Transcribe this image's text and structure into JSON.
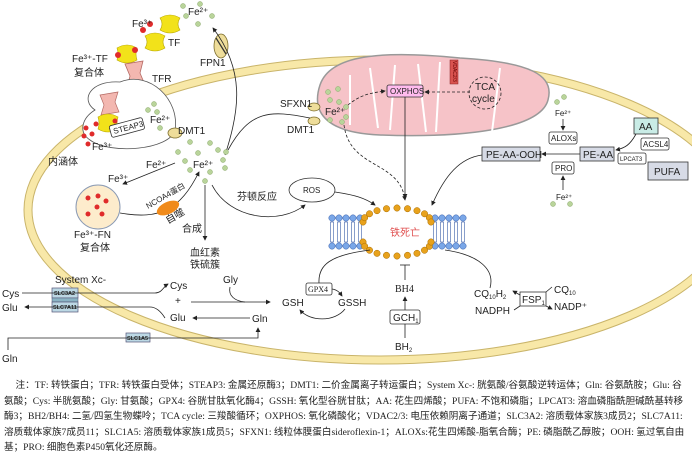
{
  "labels": {
    "fe3": "Fe³⁺",
    "fe2": "Fe²⁺",
    "tf": "TF",
    "fe3_tf_1": "Fe³⁺-TF",
    "fe3_tf_2": "复合体",
    "tfr": "TFR",
    "fpn1": "FPN1",
    "steap3": "STEAP3",
    "dmt1": "DMT1",
    "endosome": "内涵体",
    "ncoa4": "NCOA4蛋白",
    "autophagy": "自噬",
    "fe3_fn_1": "Fe³⁺-FN",
    "fe3_fn_2": "复合体",
    "synthesis": "合成",
    "heme_1": "血红素",
    "heme_2": "铁硫簇",
    "fenton": "芬顿反应",
    "ros": "ROS",
    "sfxn1": "SFXN1",
    "oxphos": "OXPHOS",
    "vdac": "VDAC2/3",
    "tca_1": "TCA",
    "tca_2": "cycle",
    "ferroptosis": "铁死亡",
    "pe_aa_ooh": "PE-AA-OOH",
    "pe_aa": "PE-AA",
    "aloxs": "ALOXs",
    "pro": "PRO",
    "aa": "AA",
    "acsl4": "ACSL4",
    "lpcat3": "LPCAT3",
    "pufa": "PUFA",
    "system_xc": "System Xc-",
    "cys": "Cys",
    "glu": "Glu",
    "gln": "Gln",
    "gly": "Gly",
    "plus": "+",
    "slc3a2": "SLC3A2",
    "slc7a11": "SLC7A11",
    "slc1a5": "SLC1A5",
    "gpx4": "GPX4",
    "gsh": "GSH",
    "gssh": "GSSH",
    "bh4": "BH4",
    "gch1": "GCH",
    "sub1": "1",
    "bh2": "BH",
    "sub2": "2",
    "cq": "CQ",
    "sub10": "10",
    "h2": "H",
    "fsp1": "FSP",
    "nadph": "NADPH",
    "nadp": "NADP⁺"
  },
  "note": "注：TF: 转铁蛋白；TFR: 转铁蛋白受体；STEAP3: 金属还原酶3；DMT1: 二价金属离子转运蛋白；System Xc-: 胱氨酸/谷氨酸逆转运体；Gln: 谷氨酰胺；Glu: 谷氨酸；Cys: 半胱氨酸；Gly: 甘氨酸；GPX4: 谷胱甘肽氧化酶4；GSSH: 氧化型谷胱甘肽；AA: 花生四烯酸；PUFA: 不饱和磷脂；LPCAT3: 溶血磷脂酰胆碱酰基转移酶3；BH2/BH4: 二氢/四氢生物蝶呤；TCA cycle: 三羧酸循环；OXPHOS: 氧化磷酸化；VDAC2/3: 电压依赖阴离子通道；SLC3A2: 溶质载体家族3成员2；SLC7A11: 溶质载体家族7成员11；SLC1A5: 溶质载体家族1成员5；SFXN1: 线粒体膜蛋白sideroflexin-1；ALOXs:花生四烯酸-脂氧合酶；PE: 磷脂酰乙醇胺；OOH: 氢过氧自由基；PRO: 细胞色素P450氧化还原酶。",
  "colors": {
    "membrane": "#f8e8a8",
    "membrane_edge": "#c9b46a",
    "mito": "#f6c3c8",
    "iron2": "#b9d49a",
    "iron3": "#e02b2b",
    "tf": "#f2e21a",
    "lipid_head": "#7aa7e8",
    "oxidized_head": "#e8a21c",
    "ferroptosis_text": "#e05050",
    "box_fill": "#d7dbe6",
    "aa_fill": "#c9ece6",
    "ncoa4": "#f08a1a"
  }
}
